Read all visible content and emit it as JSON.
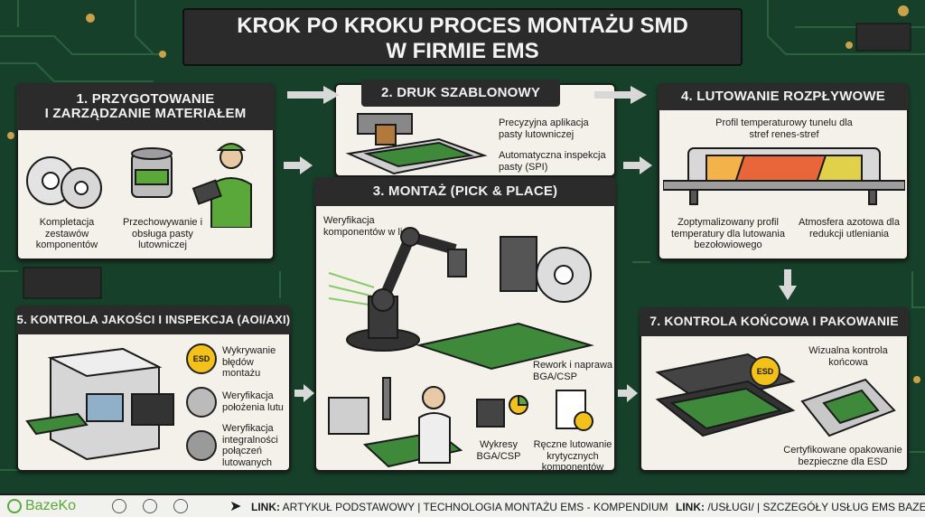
{
  "title": {
    "line1": "KROK PO KROKU PROCES MONTAŻU SMD",
    "line2": "W FIRMIE EMS"
  },
  "steps": {
    "s1": {
      "title_line1": "1. PRZYGOTOWANIE",
      "title_line2": "I ZARZĄDZANIE MATERIAŁEM",
      "cap_a": "Kompletacja zestawów komponentów",
      "cap_b": "Przechowywanie i obsługa pasty lutowniczej"
    },
    "s2": {
      "title": "2. DRUK SZABLONOWY",
      "cap_a": "Precyzyjna aplikacja pasty lutowniczej",
      "cap_b": "Automatyczna inspekcja pasty (SPI)"
    },
    "s3": {
      "title": "3. MONTAŻ (PICK & PLACE)",
      "cap_a": "Weryfikacja komponentów w linii",
      "cap_b": "Rework i naprawa BGA/CSP",
      "cap_c": "Wykresy BGA/CSP",
      "cap_d": "Ręczne lutowanie krytycznych komponentów"
    },
    "s4": {
      "title": "4. LUTOWANIE ROZPŁYWOWE",
      "cap_a": "Profil temperaturowy tunelu dla stref renes-stref",
      "cap_b": "Zoptymalizowany profil temperatury dla lutowania bezołowiowego",
      "cap_c": "Atmosfera azotowa dla redukcji utleniania"
    },
    "s5": {
      "title": "5. KONTROLA JAKOŚCI I INSPEKCJA (AOI/AXI)",
      "cap_a": "Wykrywanie błędów montażu",
      "cap_b": "Weryfikacja położenia lutu",
      "cap_c": "Weryfikacja integralności połączeń lutowanych",
      "esd_label": "ESD"
    },
    "s7": {
      "title": "7. KONTROLA KOŃCOWA I PAKOWANIE",
      "cap_a": "Wizualna kontrola końcowa",
      "cap_b": "Certyfikowane opakowanie bezpieczne dla ESD",
      "esd_label": "ESD"
    }
  },
  "footer": {
    "brand": "BazeKo",
    "link1_label": "LINK:",
    "link1_text": "ARTYKUŁ PODSTAWOWY | TECHNOLOGIA MONTAŻU EMS - KOMPENDIUM",
    "link2_label": "LINK:",
    "link2_text": "/USŁUGI/ | SZCZEGÓŁY USŁUG EMS BAZEKO"
  },
  "colors": {
    "pcb": "#17402a",
    "panel": "#f3f1ea",
    "title_bar": "#2b2b2b",
    "accent_green": "#5aa83a",
    "esd_yellow": "#f2c21b",
    "reflow_hot": "#e8663a"
  }
}
